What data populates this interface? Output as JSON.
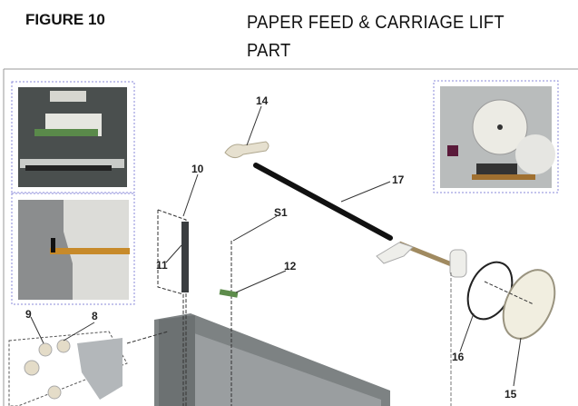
{
  "figure_label": "FIGURE 10",
  "title_line1": "PAPER FEED & CARRIAGE LIFT",
  "title_line2": "PART",
  "callouts": {
    "c14": "14",
    "c10": "10",
    "c17": "17",
    "cS1": "S1",
    "c11": "11",
    "c12": "12",
    "c9": "9",
    "c8": "8",
    "c16": "16",
    "c15": "15"
  }
}
